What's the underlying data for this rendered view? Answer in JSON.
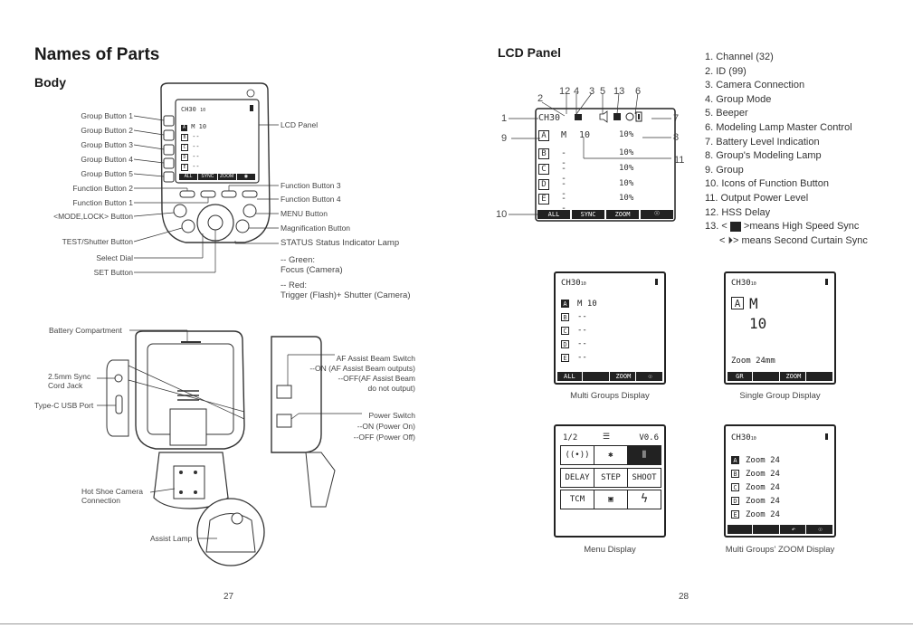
{
  "left": {
    "title": "Names of Parts",
    "subtitle": "Body",
    "body_labels": {
      "group1": "Group Button 1",
      "group2": "Group Button 2",
      "group3": "Group Button 3",
      "group4": "Group Button 4",
      "group5": "Group Button 5",
      "func2": "Function Button 2",
      "func1": "Function Button 1",
      "mode": "<MODE,LOCK> Button",
      "test": "TEST/Shutter Button",
      "dial": "Select Dial",
      "set": "SET Button",
      "lcd": "LCD Panel",
      "func3": "Function Button 3",
      "func4": "Function Button 4",
      "menu": "MENU Button",
      "magnify": "Magnification Button",
      "status": "STATUS Status Indicator Lamp",
      "green1": "-- Green:",
      "green2": "Focus (Camera)",
      "red1": "-- Red:",
      "red2": "Trigger (Flash)+ Shutter (Camera)"
    },
    "device_screen": {
      "header": "CH30",
      "header_sub": "10",
      "row_a": "M    10",
      "dash": "--",
      "groups": [
        "A",
        "B",
        "C",
        "D",
        "E"
      ],
      "bar": [
        "ALL",
        "SYNC",
        "ZOOM",
        ""
      ]
    },
    "lower_labels": {
      "battery": "Battery Compartment",
      "sync1": "2.5mm Sync",
      "sync2": "Cord Jack",
      "usb": "Type-C USB Port",
      "hotshoe1": "Hot Shoe Camera",
      "hotshoe2": "Connection",
      "assist": "Assist Lamp",
      "af1": "AF Assist Beam Switch",
      "af2": "--ON (AF Assist Beam outputs)",
      "af3": "--OFF(AF Assist Beam",
      "af4": "do not output)",
      "pw1": "Power Switch",
      "pw2": "--ON (Power On)",
      "pw3": "--OFF (Power Off)"
    },
    "page": "27"
  },
  "right": {
    "title": "LCD Panel",
    "callouts": {
      "n1": "1",
      "n2": "2",
      "n12": "12",
      "n4": "4",
      "n3": "3",
      "n5": "5",
      "n13": "13",
      "n6": "6",
      "n7": "7",
      "n8": "8",
      "n9": "9",
      "n10": "10",
      "n11": "11"
    },
    "lcd": {
      "ch": "CH30",
      "rows": [
        {
          "g": "A",
          "mode": "M",
          "val": "10",
          "pct": "10%"
        },
        {
          "g": "B",
          "mode": "--",
          "val": "",
          "pct": "10%"
        },
        {
          "g": "C",
          "mode": "--",
          "val": "",
          "pct": "10%"
        },
        {
          "g": "D",
          "mode": "--",
          "val": "",
          "pct": "10%"
        },
        {
          "g": "E",
          "mode": "--",
          "val": "",
          "pct": "10%"
        }
      ],
      "bar": [
        "ALL",
        "SYNC",
        "ZOOM",
        "☉"
      ]
    },
    "parts": [
      "1. Channel (32)",
      "2. ID (99)",
      "3. Camera Connection",
      "4. Group Mode",
      "5. Beeper",
      "6. Modeling Lamp Master Control",
      "7. Battery Level Indication",
      "8. Group's Modeling Lamp",
      "9. Group",
      "10. Icons of Function Button",
      "11. Output Power Level",
      "12. HSS Delay"
    ],
    "part13a_pre": "13. <",
    "part13a_post": ">means High Speed Sync",
    "part13b": "<  ⏵> means Second Curtain Sync",
    "multi": {
      "ch": "CH30",
      "sub": "10",
      "row_a": "M    10",
      "dash": "--",
      "bar": [
        "ALL",
        "",
        "ZOOM",
        "☉"
      ],
      "caption": "Multi Groups Display"
    },
    "single": {
      "ch": "CH30",
      "sub": "10",
      "mode": "M",
      "val": "10",
      "zoom": "Zoom  24mm",
      "bar": [
        "GR",
        "",
        "ZOOM",
        ""
      ],
      "caption": "Single Group Display"
    },
    "menu": {
      "top_left": "1/2",
      "top_right": "V0.6",
      "cells": [
        "((•))",
        "✱",
        "⫼",
        "DELAY",
        "STEP",
        "SHOOT",
        "TCM",
        "▣",
        "ϟ"
      ],
      "caption": "Menu Display"
    },
    "zoomdisp": {
      "ch": "CH30",
      "sub": "10",
      "rows": [
        "Zoom  24",
        "Zoom  24",
        "Zoom  24",
        "Zoom  24",
        "Zoom  24"
      ],
      "bar": [
        "",
        "",
        "↶",
        "☉"
      ],
      "caption": "Multi Groups' ZOOM Display"
    },
    "page": "28"
  }
}
